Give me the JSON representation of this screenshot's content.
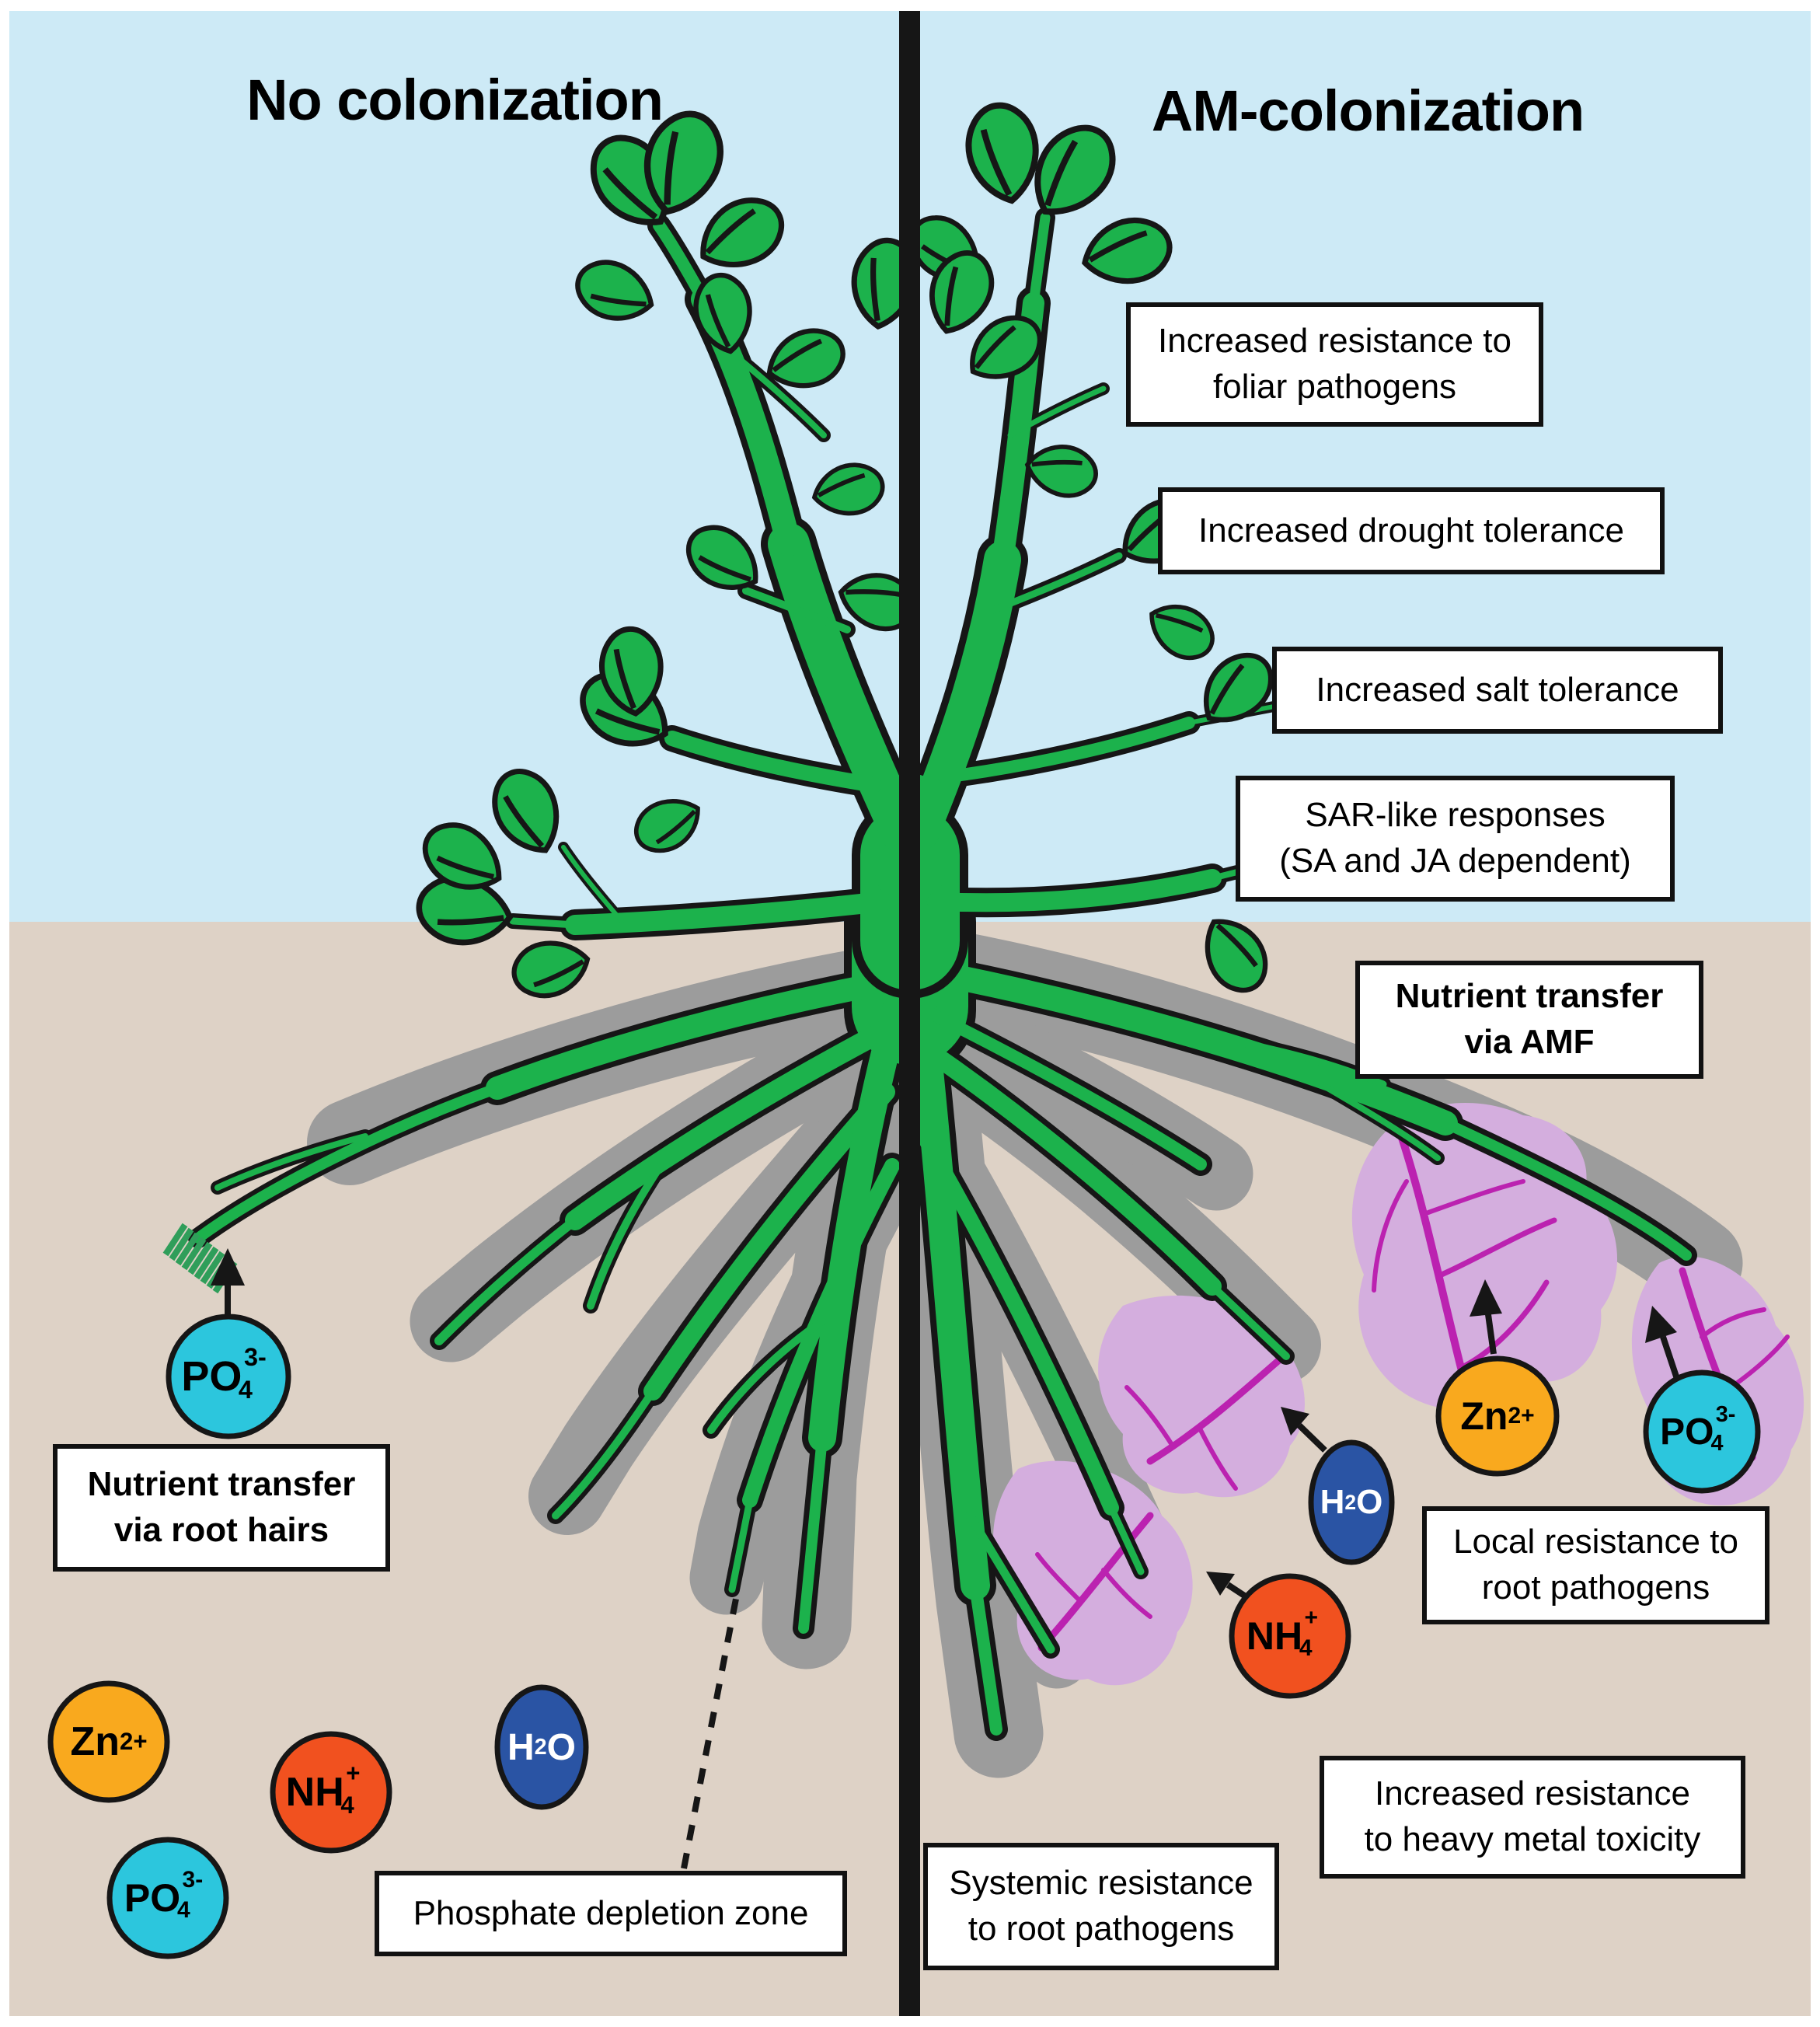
{
  "titles": {
    "left": "No colonization",
    "right": "AM-colonization"
  },
  "boxes": {
    "foliar": "Increased resistance to foliar pathogens",
    "drought": "Increased drought tolerance",
    "salt": "Increased salt tolerance",
    "sar_line1": "SAR-like responses",
    "sar_line2": "(SA and JA dependent)",
    "amf_line1": "Nutrient transfer",
    "amf_line2": "via AMF",
    "local": "Local resistance to root pathogens",
    "heavy_line1": "Increased resistance",
    "heavy_line2": "to heavy metal toxicity",
    "systemic_line1": "Systemic resistance",
    "systemic_line2": "to root pathogens",
    "root_hairs_line1": "Nutrient transfer",
    "root_hairs_line2": "via root hairs",
    "depletion": "Phosphate depletion zone"
  },
  "ions": {
    "po4": {
      "main": "PO",
      "sub": "4",
      "sup": "3-"
    },
    "zn": {
      "main": "Zn",
      "sup": "2+"
    },
    "nh4": {
      "main": "NH",
      "sub": "4",
      "sup": "+"
    },
    "h2o": {
      "main": "H",
      "sub": "2",
      "tail": "O"
    }
  },
  "colors": {
    "sky": "#cdeaf6",
    "soil": "#ded2c6",
    "green": "#1cb24c",
    "hairgreen": "#2f9e5a",
    "outline": "#161616",
    "gray": "#9c9c9c",
    "lavender": "#d4aede",
    "magenta": "#bb22b0",
    "cyan": "#2cc6dd",
    "orange": "#f9a91e",
    "red": "#f1511f",
    "blue": "#2a54a4",
    "boxborder": "#111111"
  }
}
